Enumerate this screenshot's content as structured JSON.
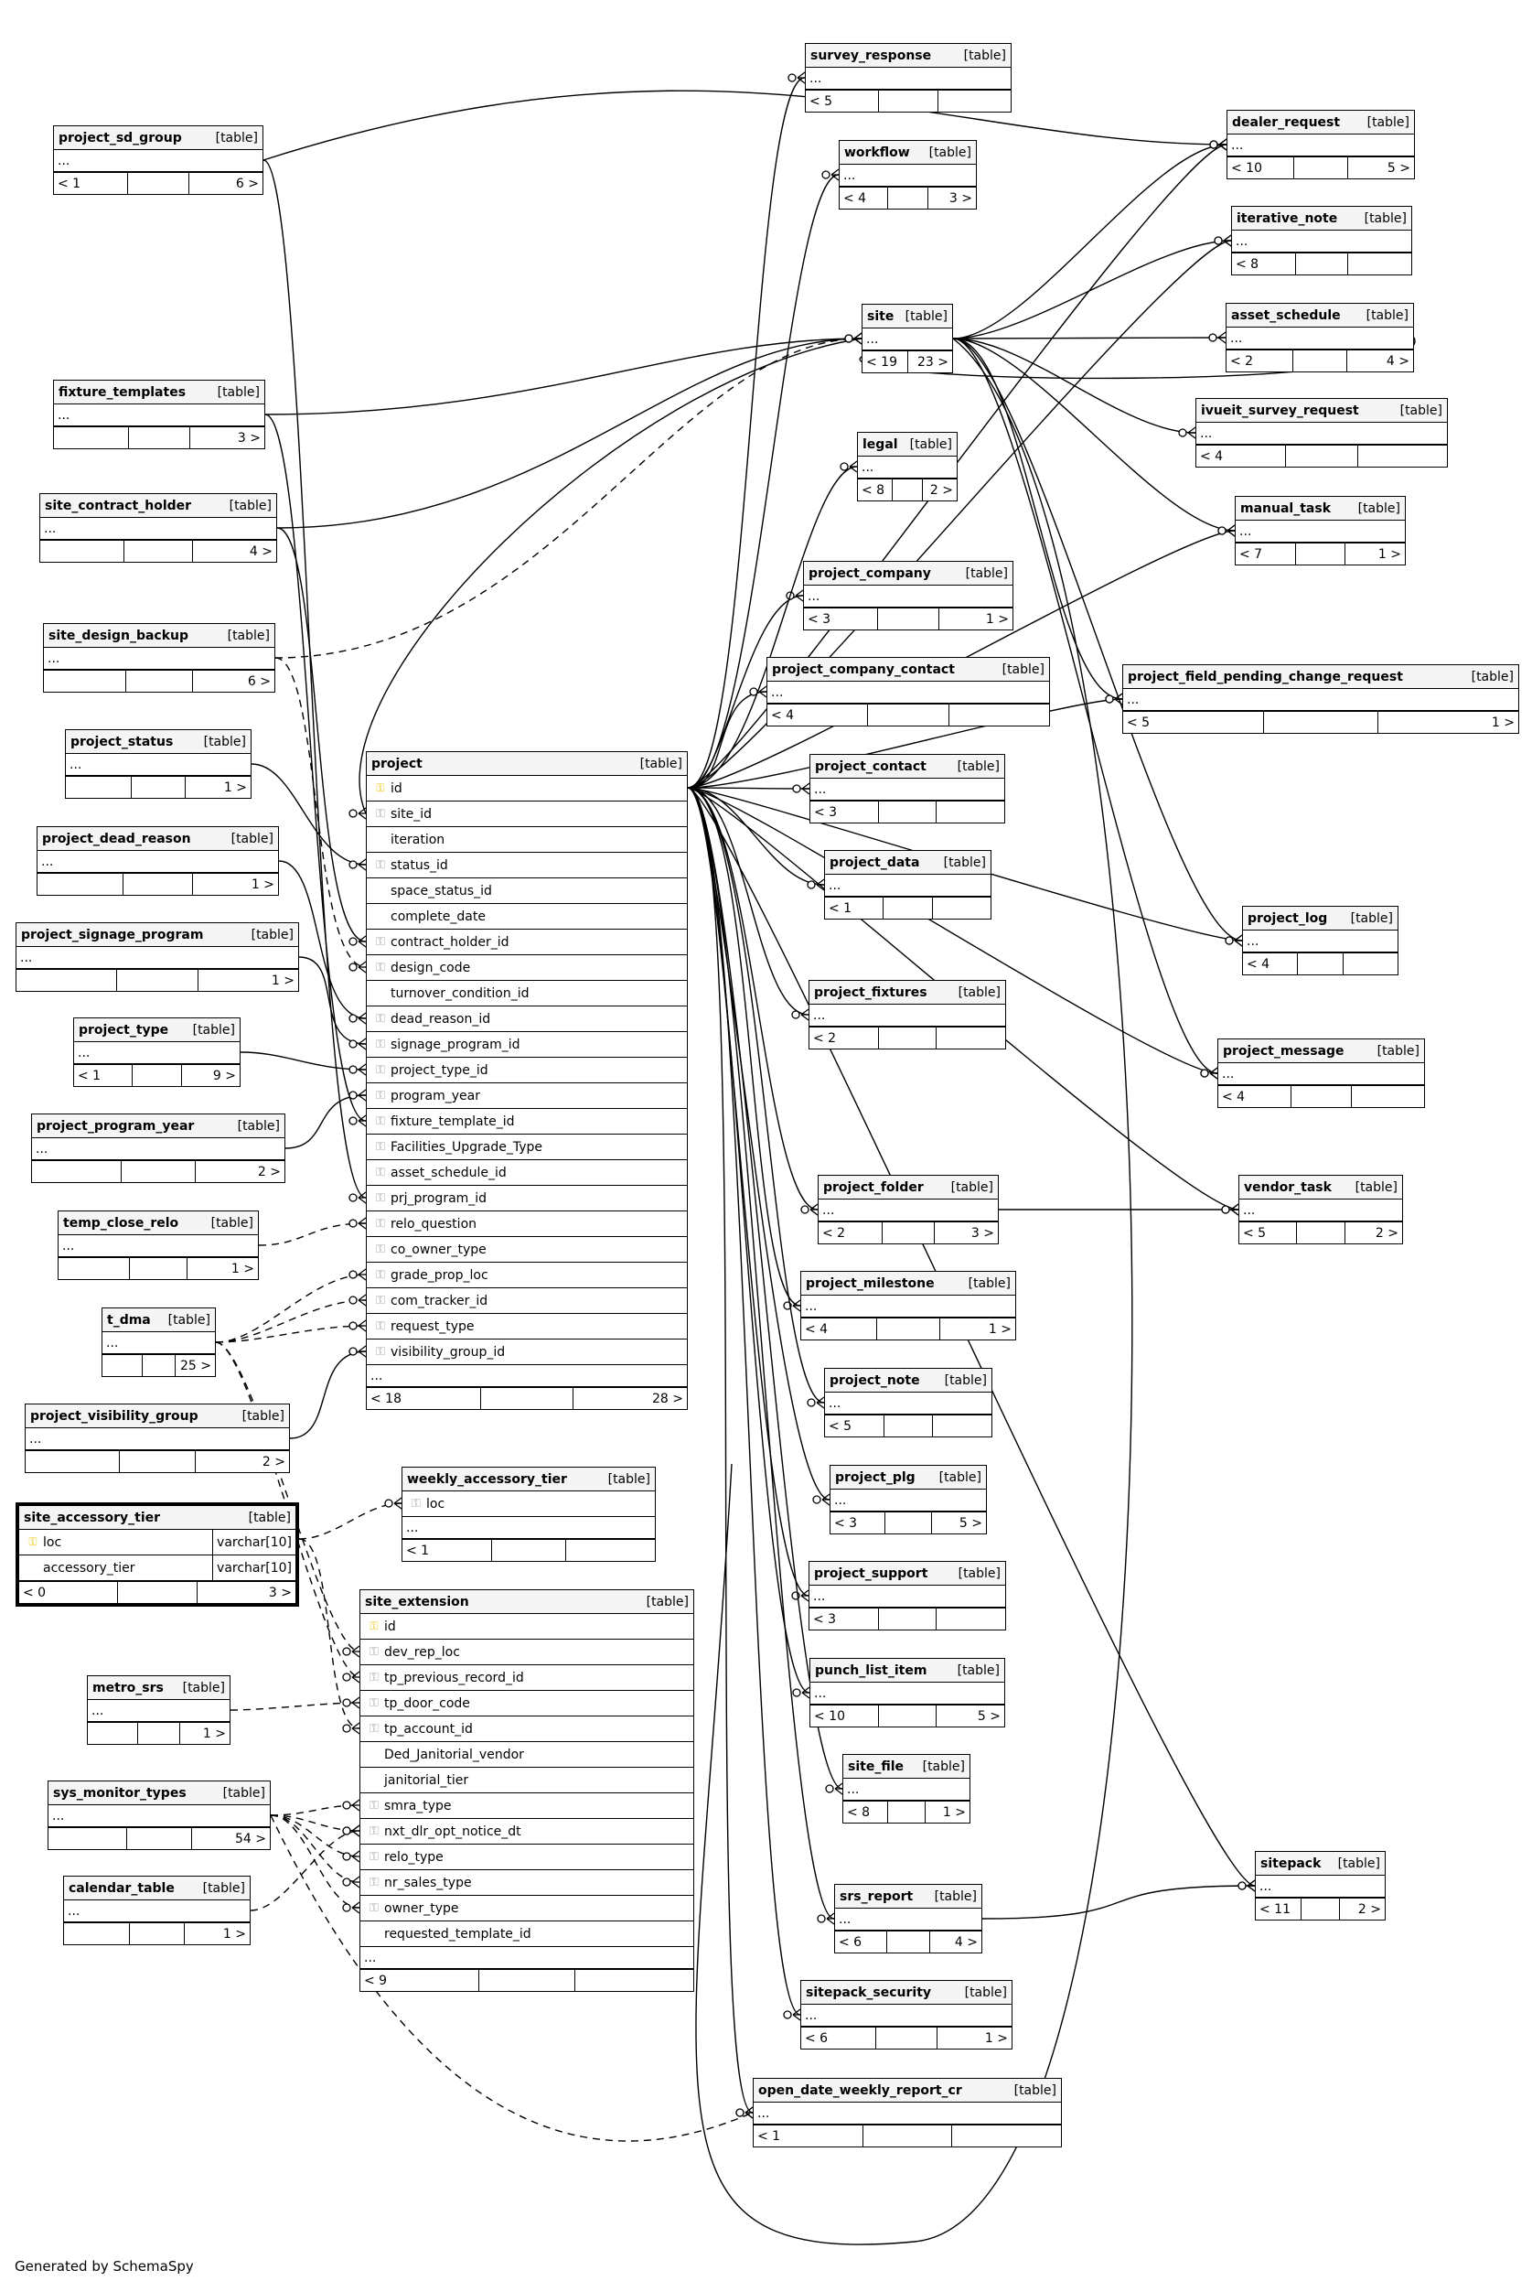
{
  "footer": "Generated by SchemaSpy",
  "kind_label": "[table]",
  "tables": {
    "project_sd_group": {
      "name": "project_sd_group",
      "rows": [
        "..."
      ],
      "counts": [
        "< 1",
        "",
        "6 >"
      ]
    },
    "fixture_templates": {
      "name": "fixture_templates",
      "rows": [
        "..."
      ],
      "counts": [
        "",
        "",
        "3 >"
      ]
    },
    "site_contract_holder": {
      "name": "site_contract_holder",
      "rows": [
        "..."
      ],
      "counts": [
        "",
        "",
        "4 >"
      ]
    },
    "site_design_backup": {
      "name": "site_design_backup",
      "rows": [
        "..."
      ],
      "counts": [
        "",
        "",
        "6 >"
      ]
    },
    "project_status": {
      "name": "project_status",
      "rows": [
        "..."
      ],
      "counts": [
        "",
        "",
        "1 >"
      ]
    },
    "project_dead_reason": {
      "name": "project_dead_reason",
      "rows": [
        "..."
      ],
      "counts": [
        "",
        "",
        "1 >"
      ]
    },
    "project_signage_program": {
      "name": "project_signage_program",
      "rows": [
        "..."
      ],
      "counts": [
        "",
        "",
        "1 >"
      ]
    },
    "project_type": {
      "name": "project_type",
      "rows": [
        "..."
      ],
      "counts": [
        "< 1",
        "",
        "9 >"
      ]
    },
    "project_program_year": {
      "name": "project_program_year",
      "rows": [
        "..."
      ],
      "counts": [
        "",
        "",
        "2 >"
      ]
    },
    "temp_close_relo": {
      "name": "temp_close_relo",
      "rows": [
        "..."
      ],
      "counts": [
        "",
        "",
        "1 >"
      ]
    },
    "t_dma": {
      "name": "t_dma",
      "rows": [
        "..."
      ],
      "counts": [
        "",
        "",
        "25 >"
      ]
    },
    "project_visibility_group": {
      "name": "project_visibility_group",
      "rows": [
        "..."
      ],
      "counts": [
        "",
        "",
        "2 >"
      ]
    },
    "site_accessory_tier": {
      "name": "site_accessory_tier",
      "columns": [
        {
          "name": "loc",
          "key": "pk",
          "type": "varchar[10]"
        },
        {
          "name": "accessory_tier",
          "key": "",
          "type": "varchar[10]"
        }
      ],
      "counts": [
        "< 0",
        "",
        "3 >"
      ]
    },
    "metro_srs": {
      "name": "metro_srs",
      "rows": [
        "..."
      ],
      "counts": [
        "",
        "",
        "1 >"
      ]
    },
    "sys_monitor_types": {
      "name": "sys_monitor_types",
      "rows": [
        "..."
      ],
      "counts": [
        "",
        "",
        "54 >"
      ]
    },
    "calendar_table": {
      "name": "calendar_table",
      "rows": [
        "..."
      ],
      "counts": [
        "",
        "",
        "1 >"
      ]
    },
    "project": {
      "name": "project",
      "columns": [
        {
          "name": "id",
          "key": "pk"
        },
        {
          "name": "site_id",
          "key": "fk"
        },
        {
          "name": "iteration",
          "key": ""
        },
        {
          "name": "status_id",
          "key": "fk"
        },
        {
          "name": "space_status_id",
          "key": ""
        },
        {
          "name": "complete_date",
          "key": ""
        },
        {
          "name": "contract_holder_id",
          "key": "fk"
        },
        {
          "name": "design_code",
          "key": "fk"
        },
        {
          "name": "turnover_condition_id",
          "key": ""
        },
        {
          "name": "dead_reason_id",
          "key": "fk"
        },
        {
          "name": "signage_program_id",
          "key": "fk"
        },
        {
          "name": "project_type_id",
          "key": "fk"
        },
        {
          "name": "program_year",
          "key": "fk"
        },
        {
          "name": "fixture_template_id",
          "key": "fk"
        },
        {
          "name": "Facilities_Upgrade_Type",
          "key": "fk"
        },
        {
          "name": "asset_schedule_id",
          "key": "fk"
        },
        {
          "name": "prj_program_id",
          "key": "fk"
        },
        {
          "name": "relo_question",
          "key": "fk"
        },
        {
          "name": "co_owner_type",
          "key": "fk"
        },
        {
          "name": "grade_prop_loc",
          "key": "fk"
        },
        {
          "name": "com_tracker_id",
          "key": "fk"
        },
        {
          "name": "request_type",
          "key": "fk"
        },
        {
          "name": "visibility_group_id",
          "key": "fk"
        },
        {
          "name": "...",
          "key": ""
        }
      ],
      "counts": [
        "< 18",
        "",
        "28 >"
      ]
    },
    "weekly_accessory_tier": {
      "name": "weekly_accessory_tier",
      "columns": [
        {
          "name": "loc",
          "key": "fk"
        },
        {
          "name": "...",
          "key": ""
        }
      ],
      "counts": [
        "< 1",
        "",
        ""
      ]
    },
    "site_extension": {
      "name": "site_extension",
      "columns": [
        {
          "name": "id",
          "key": "pk"
        },
        {
          "name": "dev_rep_loc",
          "key": "fk"
        },
        {
          "name": "tp_previous_record_id",
          "key": "fk"
        },
        {
          "name": "tp_door_code",
          "key": "fk"
        },
        {
          "name": "tp_account_id",
          "key": "fk"
        },
        {
          "name": "Ded_Janitorial_vendor",
          "key": ""
        },
        {
          "name": "janitorial_tier",
          "key": ""
        },
        {
          "name": "smra_type",
          "key": "fk"
        },
        {
          "name": "nxt_dlr_opt_notice_dt",
          "key": "fk"
        },
        {
          "name": "relo_type",
          "key": "fk"
        },
        {
          "name": "nr_sales_type",
          "key": "fk"
        },
        {
          "name": "owner_type",
          "key": "fk"
        },
        {
          "name": "requested_template_id",
          "key": ""
        },
        {
          "name": "...",
          "key": ""
        }
      ],
      "counts": [
        "< 9",
        "",
        ""
      ]
    },
    "survey_response": {
      "name": "survey_response",
      "rows": [
        "..."
      ],
      "counts": [
        "< 5",
        "",
        ""
      ]
    },
    "workflow": {
      "name": "workflow",
      "rows": [
        "..."
      ],
      "counts": [
        "< 4",
        "",
        "3 >"
      ]
    },
    "site": {
      "name": "site",
      "rows": [
        "..."
      ],
      "counts": [
        "< 19",
        "23 >"
      ]
    },
    "legal": {
      "name": "legal",
      "rows": [
        "..."
      ],
      "counts": [
        "< 8",
        "",
        "2 >"
      ]
    },
    "project_company": {
      "name": "project_company",
      "rows": [
        "..."
      ],
      "counts": [
        "< 3",
        "",
        "1 >"
      ]
    },
    "project_company_contact": {
      "name": "project_company_contact",
      "rows": [
        "..."
      ],
      "counts": [
        "< 4",
        "",
        ""
      ]
    },
    "project_contact": {
      "name": "project_contact",
      "rows": [
        "..."
      ],
      "counts": [
        "< 3",
        "",
        ""
      ]
    },
    "project_data": {
      "name": "project_data",
      "rows": [
        "..."
      ],
      "counts": [
        "< 1",
        "",
        ""
      ]
    },
    "project_fixtures": {
      "name": "project_fixtures",
      "rows": [
        "..."
      ],
      "counts": [
        "< 2",
        "",
        ""
      ]
    },
    "project_folder": {
      "name": "project_folder",
      "rows": [
        "..."
      ],
      "counts": [
        "< 2",
        "",
        "3 >"
      ]
    },
    "project_milestone": {
      "name": "project_milestone",
      "rows": [
        "..."
      ],
      "counts": [
        "< 4",
        "",
        "1 >"
      ]
    },
    "project_note": {
      "name": "project_note",
      "rows": [
        "..."
      ],
      "counts": [
        "< 5",
        "",
        ""
      ]
    },
    "project_plg": {
      "name": "project_plg",
      "rows": [
        "..."
      ],
      "counts": [
        "< 3",
        "",
        "5 >"
      ]
    },
    "project_support": {
      "name": "project_support",
      "rows": [
        "..."
      ],
      "counts": [
        "< 3",
        "",
        ""
      ]
    },
    "punch_list_item": {
      "name": "punch_list_item",
      "rows": [
        "..."
      ],
      "counts": [
        "< 10",
        "",
        "5 >"
      ]
    },
    "site_file": {
      "name": "site_file",
      "rows": [
        "..."
      ],
      "counts": [
        "< 8",
        "",
        "1 >"
      ]
    },
    "srs_report": {
      "name": "srs_report",
      "rows": [
        "..."
      ],
      "counts": [
        "< 6",
        "",
        "4 >"
      ]
    },
    "sitepack_security": {
      "name": "sitepack_security",
      "rows": [
        "..."
      ],
      "counts": [
        "< 6",
        "",
        "1 >"
      ]
    },
    "open_date_weekly_report_cr": {
      "name": "open_date_weekly_report_cr",
      "rows": [
        "..."
      ],
      "counts": [
        "< 1",
        "",
        ""
      ]
    },
    "dealer_request": {
      "name": "dealer_request",
      "rows": [
        "..."
      ],
      "counts": [
        "< 10",
        "",
        "5 >"
      ]
    },
    "iterative_note": {
      "name": "iterative_note",
      "rows": [
        "..."
      ],
      "counts": [
        "< 8",
        "",
        ""
      ]
    },
    "asset_schedule": {
      "name": "asset_schedule",
      "rows": [
        "..."
      ],
      "counts": [
        "< 2",
        "",
        "4 >"
      ]
    },
    "ivueit_survey_request": {
      "name": "ivueit_survey_request",
      "rows": [
        "..."
      ],
      "counts": [
        "< 4",
        "",
        ""
      ]
    },
    "manual_task": {
      "name": "manual_task",
      "rows": [
        "..."
      ],
      "counts": [
        "< 7",
        "",
        "1 >"
      ]
    },
    "project_field_pending_change_request": {
      "name": "project_field_pending_change_request",
      "rows": [
        "..."
      ],
      "counts": [
        "< 5",
        "",
        "1 >"
      ]
    },
    "project_log": {
      "name": "project_log",
      "rows": [
        "..."
      ],
      "counts": [
        "< 4",
        "",
        ""
      ]
    },
    "project_message": {
      "name": "project_message",
      "rows": [
        "..."
      ],
      "counts": [
        "< 4",
        "",
        ""
      ]
    },
    "vendor_task": {
      "name": "vendor_task",
      "rows": [
        "..."
      ],
      "counts": [
        "< 5",
        "",
        "2 >"
      ]
    },
    "sitepack": {
      "name": "sitepack",
      "rows": [
        "..."
      ],
      "counts": [
        "< 11",
        "",
        "2 >"
      ]
    }
  }
}
